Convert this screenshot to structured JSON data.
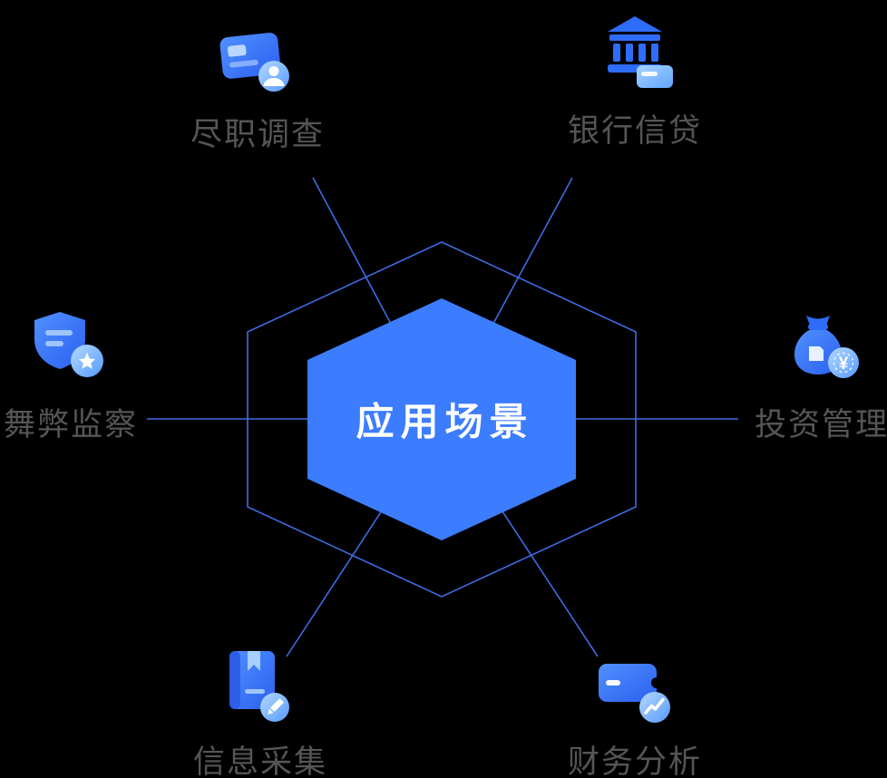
{
  "diagram": {
    "center_label": "应用场景",
    "colors": {
      "hexagon_fill": "#3C7CFE",
      "connector_line": "#3E6BE3",
      "label_text": "#555555",
      "icon_blue": "#2E6CFA",
      "icon_light_blue": "#A8D0FF",
      "center_text": "#FFFFFF"
    },
    "nodes": [
      {
        "label": "尽职调查",
        "icon": "id-card-person-icon",
        "position": "top-left"
      },
      {
        "label": "银行信贷",
        "icon": "bank-card-icon",
        "position": "top-right"
      },
      {
        "label": "舞弊监察",
        "icon": "shield-star-icon",
        "position": "left"
      },
      {
        "label": "投资管理",
        "icon": "money-bag-yen-icon",
        "icon_glyph": "¥",
        "position": "right"
      },
      {
        "label": "信息采集",
        "icon": "book-pencil-icon",
        "position": "bottom-left"
      },
      {
        "label": "财务分析",
        "icon": "card-chart-icon",
        "position": "bottom-right"
      }
    ]
  }
}
